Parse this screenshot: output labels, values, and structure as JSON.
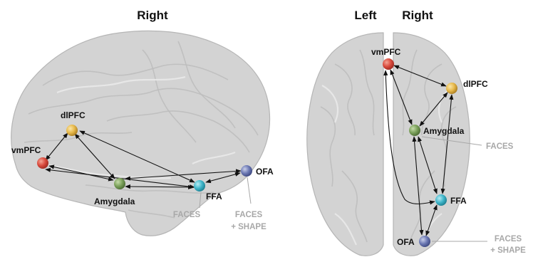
{
  "left_panel": {
    "title": "Right",
    "nodes": {
      "vmpfc": {
        "label": "vmPFC",
        "color": "#d94a3d"
      },
      "dlpfc": {
        "label": "dlPFC",
        "color": "#e6b84a"
      },
      "amygdala": {
        "label": "Amygdala",
        "color": "#7aa05a"
      },
      "ffa": {
        "label": "FFA",
        "color": "#3fb5c9"
      },
      "ofa": {
        "label": "OFA",
        "color": "#6b78b3"
      }
    },
    "annotations": {
      "faces": "FACES",
      "faces_shape_1": "FACES",
      "faces_shape_2": "+ SHAPE"
    }
  },
  "right_panel": {
    "title_left": "Left",
    "title_right": "Right",
    "nodes": {
      "vmpfc": {
        "label": "vmPFC",
        "color": "#d94a3d"
      },
      "dlpfc": {
        "label": "dlPFC",
        "color": "#e6b84a"
      },
      "amygdala": {
        "label": "Amygdala",
        "color": "#7aa05a"
      },
      "ffa": {
        "label": "FFA",
        "color": "#3fb5c9"
      },
      "ofa": {
        "label": "OFA",
        "color": "#6b78b3"
      }
    },
    "annotations": {
      "faces": "FACES",
      "faces_shape_1": "FACES",
      "faces_shape_2": "+ SHAPE"
    }
  },
  "colors": {
    "brain_fill": "#d3d3d3",
    "annotation_gray": "#a8a8a8",
    "edge": "#111111"
  }
}
